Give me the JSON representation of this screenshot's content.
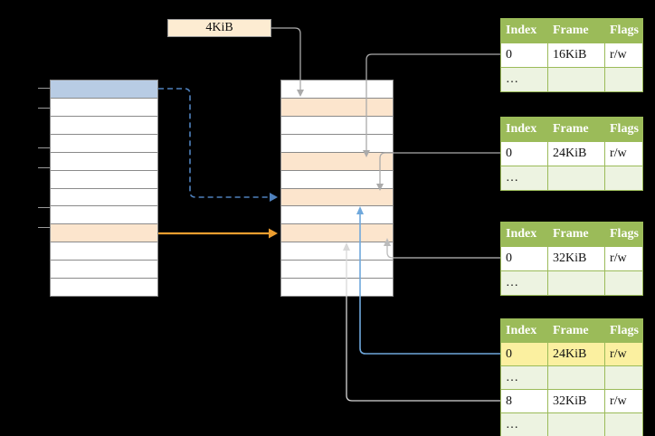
{
  "frame_size_label": "4KiB",
  "virtual_memory": {
    "row_count": 12,
    "highlights": {
      "0": "blue",
      "8": "peach"
    }
  },
  "physical_memory": {
    "row_count": 12,
    "highlights": {
      "1": "peach",
      "4": "peach",
      "6": "peach",
      "8": "peach"
    }
  },
  "page_tables": [
    {
      "id": "page-table-1",
      "headers": [
        "Index",
        "Frame",
        "Flags"
      ],
      "rows": [
        {
          "index": "0",
          "frame": "16KiB",
          "flags": "r/w",
          "highlight": false
        },
        {
          "index": "…",
          "frame": "",
          "flags": "",
          "highlight": false
        }
      ]
    },
    {
      "id": "page-table-2",
      "headers": [
        "Index",
        "Frame",
        "Flags"
      ],
      "rows": [
        {
          "index": "0",
          "frame": "24KiB",
          "flags": "r/w",
          "highlight": false
        },
        {
          "index": "…",
          "frame": "",
          "flags": "",
          "highlight": false
        }
      ]
    },
    {
      "id": "page-table-3",
      "headers": [
        "Index",
        "Frame",
        "Flags"
      ],
      "rows": [
        {
          "index": "0",
          "frame": "32KiB",
          "flags": "r/w",
          "highlight": false
        },
        {
          "index": "…",
          "frame": "",
          "flags": "",
          "highlight": false
        }
      ]
    },
    {
      "id": "page-table-4",
      "headers": [
        "Index",
        "Frame",
        "Flags"
      ],
      "rows": [
        {
          "index": "0",
          "frame": "24KiB",
          "flags": "r/w",
          "highlight": true
        },
        {
          "index": "…",
          "frame": "",
          "flags": "",
          "highlight": false
        },
        {
          "index": "8",
          "frame": "32KiB",
          "flags": "r/w",
          "highlight": false
        },
        {
          "index": "…",
          "frame": "",
          "flags": "",
          "highlight": false
        }
      ]
    }
  ],
  "colors": {
    "background": "#000000",
    "virtual_page_blue": "#b8cce4",
    "frame_peach": "#fce5cd",
    "table_header_green": "#9bbb59",
    "highlight_yellow": "#fbf0a0",
    "arrow_orange": "#ed9e2f",
    "arrow_blue_dashed": "#4f81bd",
    "arrow_blue_light": "#6fa8dc",
    "connector_gray": "#aaaaaa"
  }
}
